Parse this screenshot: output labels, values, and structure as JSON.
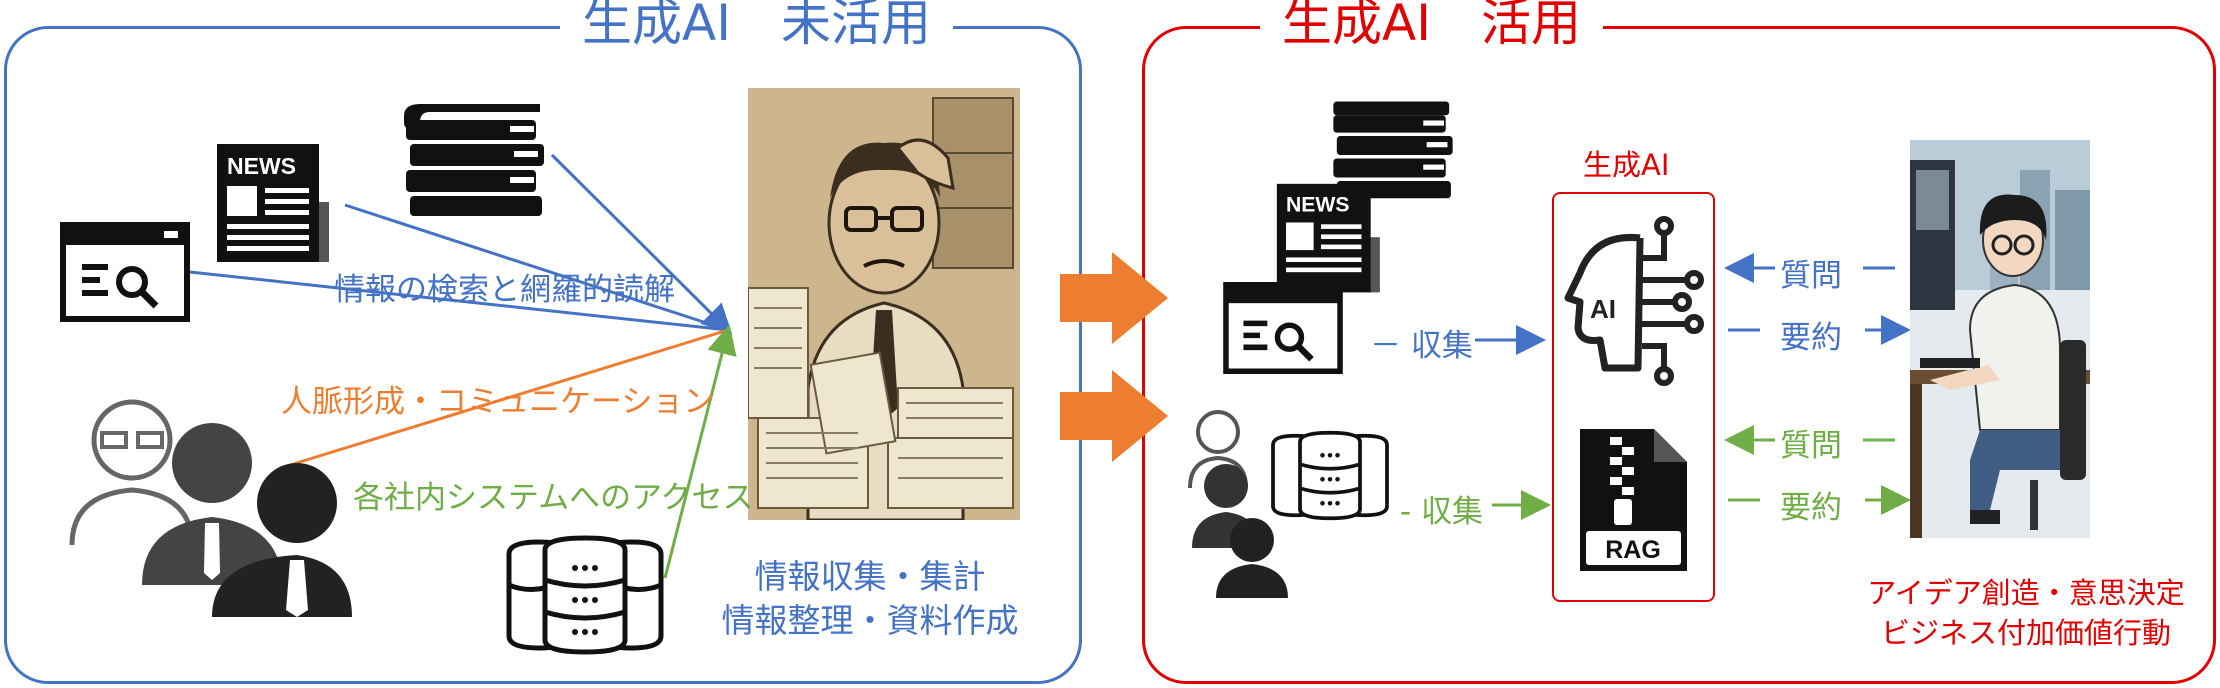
{
  "left_panel": {
    "title": "生成AI　未活用",
    "label_search": "情報の検索と網羅的読解",
    "label_network": "人脈形成・コミュニケーション",
    "label_access": "各社内システムへのアクセス",
    "label_tasks_1": "情報収集・集計",
    "label_tasks_2": "情報整理・資料作成",
    "news_text": "NEWS"
  },
  "right_panel": {
    "title": "生成AI　活用",
    "genai_label": "生成AI",
    "ai_text": "AI",
    "rag_text": "RAG",
    "news_text": "NEWS",
    "collect_top": "－ 収集",
    "collect_bottom": "- 収集",
    "question_top": "質問",
    "summary_top": "要約",
    "question_bottom": "質問",
    "summary_bottom": "要約",
    "outcome_1": "アイデア創造・意思決定",
    "outcome_2": "ビジネス付加価値行動"
  },
  "colors": {
    "blue": "#4472c4",
    "red": "#e00000",
    "orange": "#ed7d31",
    "green": "#70ad47"
  }
}
